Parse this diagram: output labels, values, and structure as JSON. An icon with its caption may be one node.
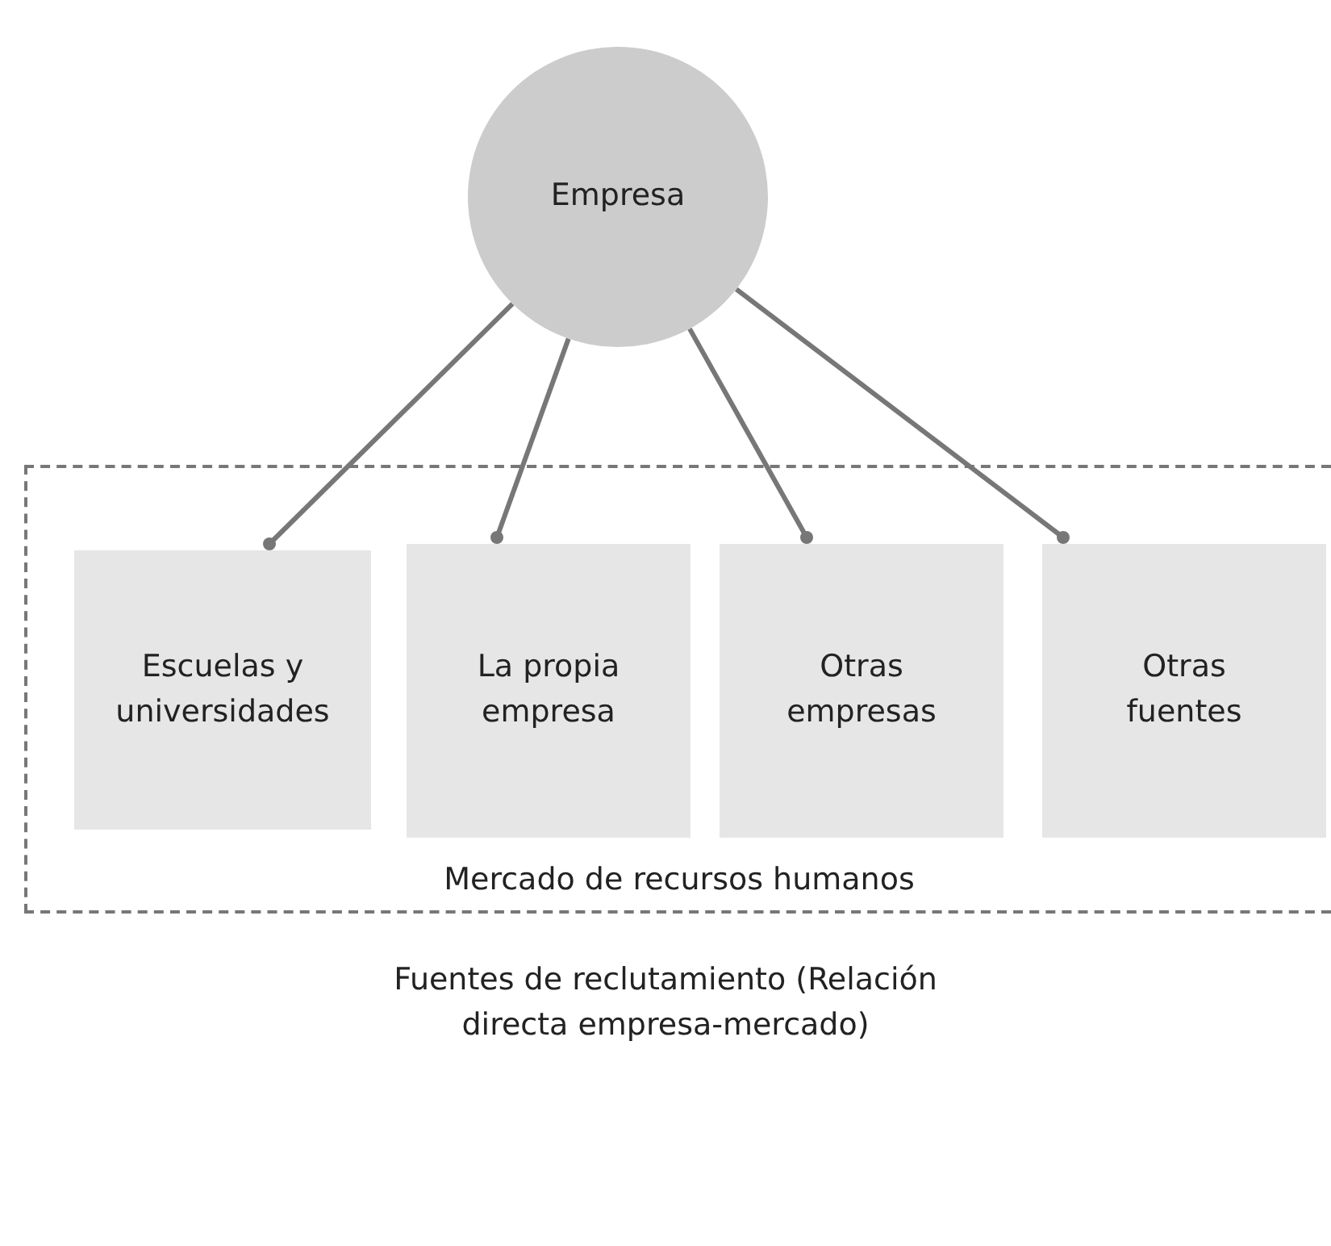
{
  "diagram": {
    "caption": "Fuentes de reclutamiento (Relación directa empresa-mercado)",
    "nodes": [
      {
        "text": [
          "Empresa"
        ]
      },
      {
        "text": [
          "Mercado de recursos humanos"
        ]
      },
      {
        "text": [
          "Escuelas y universidades"
        ],
        "in": 1
      },
      {
        "text": [
          "La propia empresa"
        ],
        "in": 1
      },
      {
        "text": [
          "Otras empresas"
        ],
        "in": 1
      },
      {
        "text": [
          "Otras fuentes"
        ],
        "in": 1
      }
    ],
    "edges": [
      {
        "from": 0,
        "to": 2,
        "arrow": "other"
      },
      {
        "from": 0,
        "to": 3,
        "arrow": "other"
      },
      {
        "from": 0,
        "to": 4,
        "arrow": "other"
      },
      {
        "from": 0,
        "to": 5,
        "arrow": "other"
      }
    ]
  }
}
